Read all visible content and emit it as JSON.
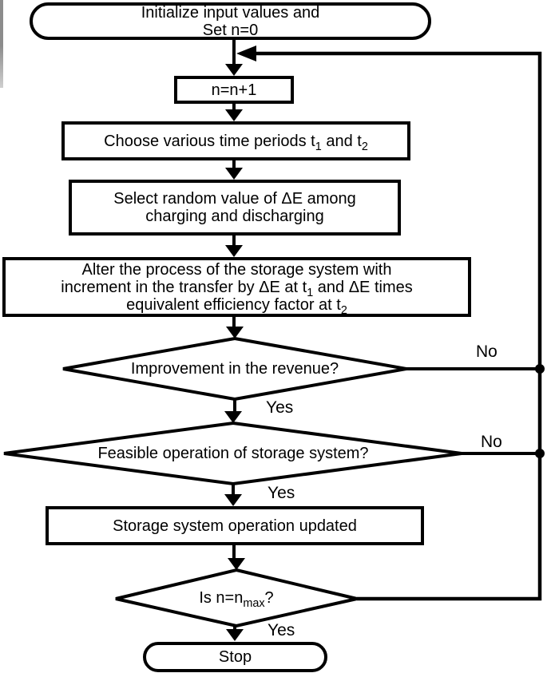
{
  "colors": {
    "ink": "#000000",
    "background": "#ffffff",
    "artifact": "#8c8c8c"
  },
  "nodes": {
    "start": {
      "line1": "Initialize input values and",
      "line2": "Set n=0"
    },
    "step1": {
      "label": "n=n+1"
    },
    "step2": {
      "pre": "Choose various time periods t",
      "sub1": "1",
      "mid": " and t",
      "sub2": "2"
    },
    "step3": {
      "line1": "Select random value of ΔE among",
      "line2": "charging and discharging"
    },
    "step4": {
      "line1": "Alter the process of the storage system with",
      "line2_pre": "increment in the transfer by ΔE at t",
      "line2_sub": "1",
      "line2_mid": " and ΔE times",
      "line3_pre": "equivalent efficiency factor at t",
      "line3_sub": "2"
    },
    "decision1": {
      "label": "Improvement in the revenue?",
      "no": "No",
      "yes": "Yes"
    },
    "decision2": {
      "label": "Feasible operation of storage system?",
      "no": "No",
      "yes": "Yes"
    },
    "step5": {
      "label": "Storage system operation updated"
    },
    "decision3": {
      "pre": "Is n=n",
      "sub": "max",
      "post": "?",
      "yes": "Yes"
    },
    "stop": {
      "label": "Stop"
    }
  }
}
